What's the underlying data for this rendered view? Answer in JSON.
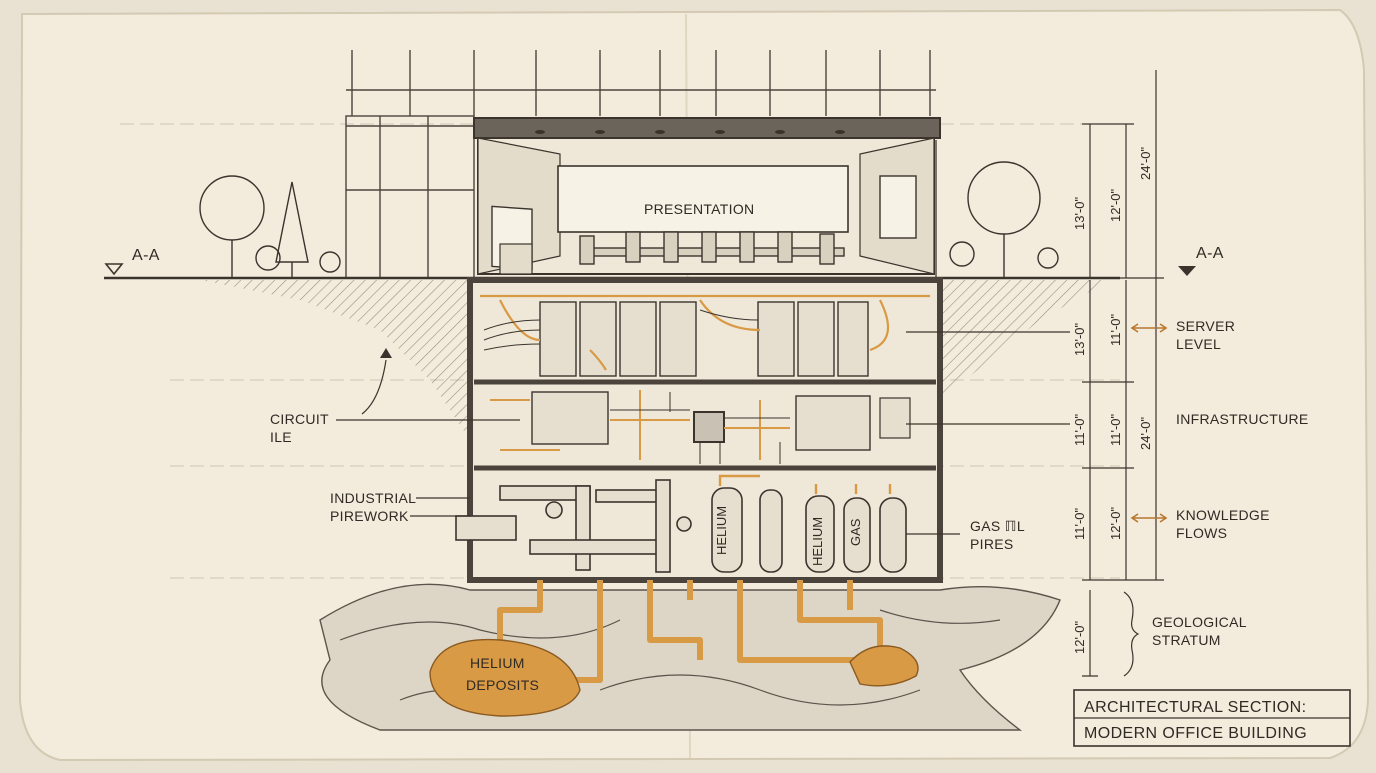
{
  "section_markers": {
    "left": "A-A",
    "right": "A-A"
  },
  "rooms": {
    "presentation": "PRESENTATION"
  },
  "labels": {
    "circuit_line1": "CIRCUIT",
    "circuit_line2": "ILE",
    "industrial_line1": "INDUSTRIAL",
    "industrial_line2": "PIREWORK",
    "server_line1": "SERVER",
    "server_line2": "LEVEL",
    "infrastructure": "INFRASTRUCTURE",
    "knowledge_line1": "KNOWLEDGE",
    "knowledge_line2": "FLOWS",
    "gas_line1": "GAS ℿL",
    "gas_line2": "PIRES",
    "geological_line1": "GEOLOGICAL",
    "geological_line2": "STRATUM",
    "helium_line1": "HELIUM",
    "helium_line2": "DEPOSITS"
  },
  "tanks": {
    "t1": "HELIUM",
    "t2": "HELIUM",
    "t3": "GAS"
  },
  "dimensions": {
    "d1": "13'-0\"",
    "d2": "12'-0\"",
    "d3": "24'-0\"",
    "d4": "13'-0\"",
    "d5": "11'-0\"",
    "d6": "11'-0\"",
    "d7": "11'-0\"",
    "d8": "24'-0\"",
    "d9": "11'-0\"",
    "d10": "12'-0\"",
    "d11": "12'-0\""
  },
  "title_block": {
    "line1": "ARCHITECTURAL SECTION:",
    "line2": "MODERN OFFICE BUILDING"
  },
  "colors": {
    "paper": "#f3ecdc",
    "ink": "#3a342d",
    "copper": "#d99a45",
    "ground": "#c9c2b4"
  }
}
